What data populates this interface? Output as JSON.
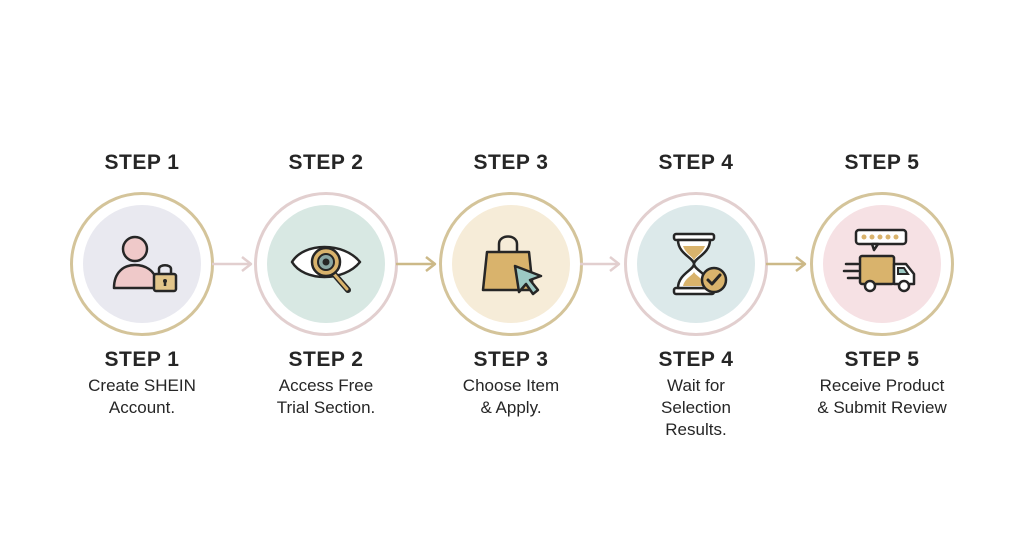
{
  "colors": {
    "ring": "#d4c49a",
    "ring_alt": "#e2cfcf",
    "arrow": "#ccb988",
    "arrow_alt": "#e2cfcf",
    "icon_stroke": "#262626",
    "disc_1": "#e9e9f0",
    "disc_2": "#d8e8e3",
    "disc_3": "#f6ecd8",
    "disc_4": "#dce9ea",
    "disc_5": "#f6e1e4"
  },
  "steps": [
    {
      "heading": "STEP 1",
      "label": "STEP 1",
      "description": "Create SHEIN\nAccount.",
      "icon": "user-lock-icon"
    },
    {
      "heading": "STEP 2",
      "label": "STEP 2",
      "description": "Access Free\nTrial Section.",
      "icon": "eye-magnifier-icon"
    },
    {
      "heading": "STEP 3",
      "label": "STEP 3",
      "description": "Choose Item\n& Apply.",
      "icon": "shopping-bag-cursor-icon"
    },
    {
      "heading": "STEP 4",
      "label": "STEP 4",
      "description": "Wait for\nSelection\nResults.",
      "icon": "hourglass-check-icon"
    },
    {
      "heading": "STEP 5",
      "label": "STEP 5",
      "description": "Receive Product\n& Submit Review",
      "icon": "delivery-truck-review-icon"
    }
  ]
}
